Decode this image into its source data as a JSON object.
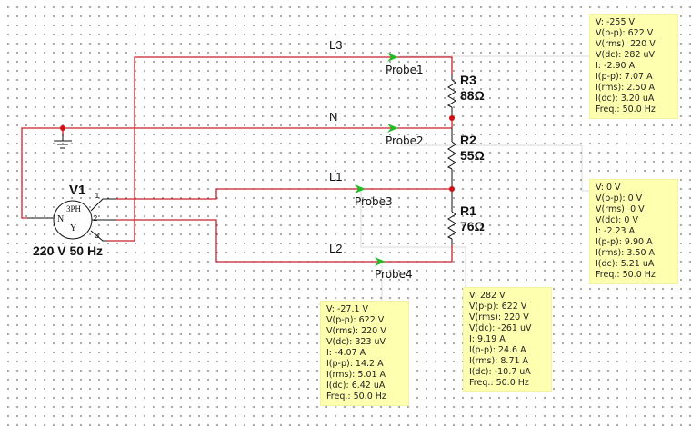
{
  "colors": {
    "wire": "#c8202c",
    "probe_arrow": "#22bb22",
    "junction": "#d01010",
    "box_bg": "#ffffb0",
    "component": "#111111"
  },
  "nets": {
    "l3": "L3",
    "n": "N",
    "l1": "L1",
    "l2": "L2"
  },
  "source": {
    "name": "V1",
    "rating": "220 V 50 Hz",
    "symbol_top": "3PH",
    "symbol_n": "N",
    "symbol_y": "Y",
    "pins": [
      "1",
      "2",
      "3"
    ]
  },
  "resistors": [
    {
      "name": "R3",
      "value": "88Ω"
    },
    {
      "name": "R2",
      "value": "55Ω"
    },
    {
      "name": "R1",
      "value": "76Ω"
    }
  ],
  "probes": [
    {
      "name": "Probe1",
      "readings": [
        "V: -255 V",
        "V(p-p): 622 V",
        "V(rms): 220 V",
        "V(dc): 282 uV",
        "I: -2.90 A",
        "I(p-p): 7.07 A",
        "I(rms): 2.50 A",
        "I(dc): 3.20 uA",
        "Freq.: 50.0 Hz"
      ]
    },
    {
      "name": "Probe2",
      "readings": [
        "V: 0 V",
        "V(p-p): 0 V",
        "V(rms): 0 V",
        "V(dc): 0 V",
        "I: -2.23 A",
        "I(p-p): 9.90 A",
        "I(rms): 3.50 A",
        "I(dc): 5.21 uA",
        "Freq.: 50.0 Hz"
      ]
    },
    {
      "name": "Probe3",
      "readings": [
        "V: 282 V",
        "V(p-p): 622 V",
        "V(rms): 220 V",
        "V(dc): -261 uV",
        "I: 9.19 A",
        "I(p-p): 24.6 A",
        "I(rms): 8.71 A",
        "I(dc): -10.7 uA",
        "Freq.: 50.0 Hz"
      ]
    },
    {
      "name": "Probe4",
      "readings": [
        "V: -27.1 V",
        "V(p-p): 622 V",
        "V(rms): 220 V",
        "V(dc): 323 uV",
        "I: -4.07 A",
        "I(p-p): 14.2 A",
        "I(rms): 5.01 A",
        "I(dc): 6.42 uA",
        "Freq.: 50.0 Hz"
      ]
    }
  ]
}
